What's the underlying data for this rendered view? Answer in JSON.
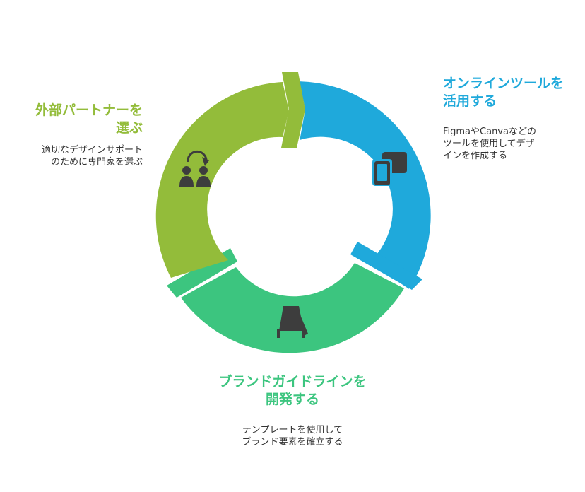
{
  "colors": {
    "accent_online": "#1FA9DB",
    "accent_brand": "#3CC57F",
    "accent_partner": "#93BC3A",
    "icon": "#3d3d3d",
    "text": "#333333"
  },
  "steps": [
    {
      "id": "online-tools",
      "position": "top-right",
      "title_lines": [
        "オンラインツールを",
        "活用する"
      ],
      "desc_lines": [
        "FigmaやCanvaなどの",
        "ツールを使用してデザ",
        "インを作成する"
      ],
      "icon": "devices-icon"
    },
    {
      "id": "brand-guidelines",
      "position": "bottom",
      "title_lines": [
        "ブランドガイドラインを",
        "開発する"
      ],
      "desc_lines": [
        "テンプレートを使用して",
        "ブランド要素を確立する"
      ],
      "icon": "signboard-icon"
    },
    {
      "id": "external-partner",
      "position": "top-left",
      "title_lines": [
        "外部パートナーを",
        "選ぶ"
      ],
      "desc_lines": [
        "適切なデザインサポート",
        "のために専門家を選ぶ"
      ],
      "icon": "people-swap-icon"
    }
  ]
}
